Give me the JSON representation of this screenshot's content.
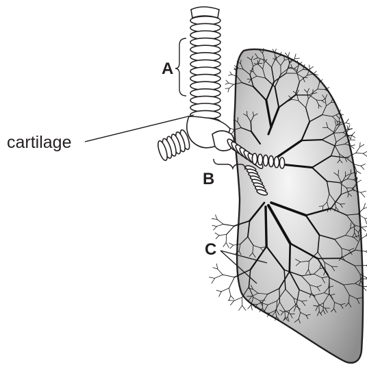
{
  "labels": {
    "a": "A",
    "b": "B",
    "c": "C",
    "cartilage": "cartilage"
  },
  "colors": {
    "outline": "#231f20",
    "lung_fill_light": "#f4f4f4",
    "lung_fill_dark": "#8a8a8a",
    "bronchiole": "#111111"
  }
}
